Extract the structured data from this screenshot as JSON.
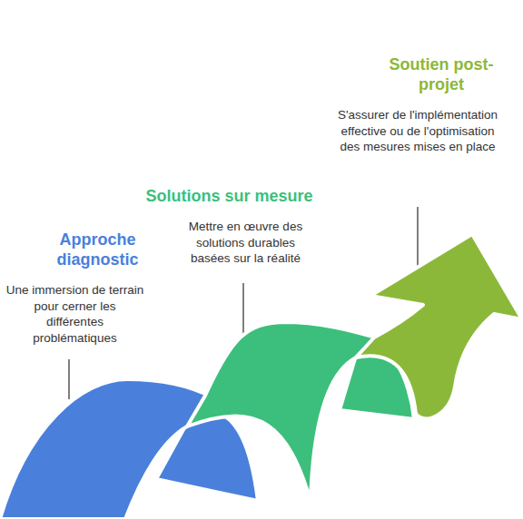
{
  "diagram": {
    "nodes": [
      {
        "text": [
          "Approche diagnostic",
          "Une immersion de terrain pour cerner les différentes problématiques"
        ]
      },
      {
        "text": [
          "Solutions sur mesure",
          "Mettre en œuvre des solutions durables basées sur la réalité"
        ]
      },
      {
        "text": [
          "Soutien post-projet",
          "S'assurer de l'implémentation effective ou de l'optimisation des mesures mises en place"
        ]
      }
    ]
  }
}
